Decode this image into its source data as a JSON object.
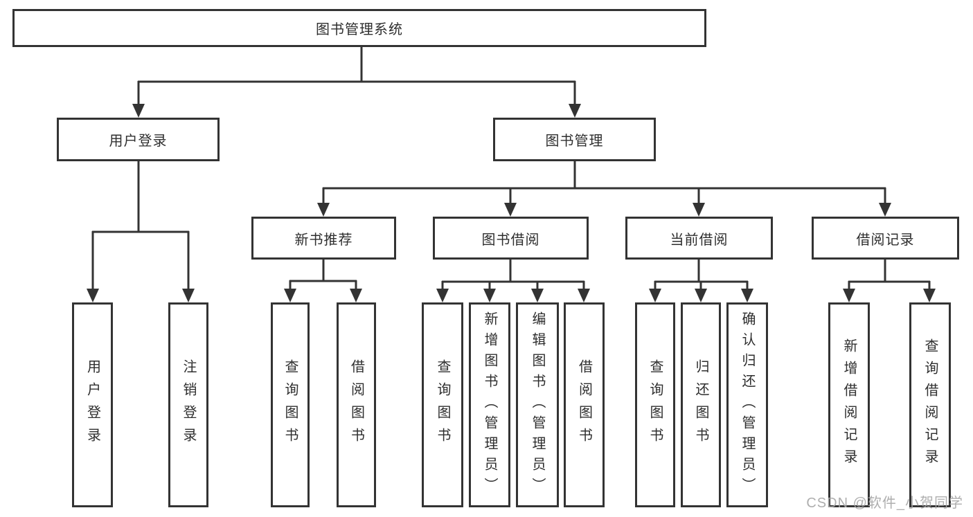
{
  "tree": {
    "root": "图书管理系统",
    "children": [
      {
        "label": "用户登录",
        "children": [
          "用户登录",
          "注销登录"
        ]
      },
      {
        "label": "图书管理",
        "children": [
          {
            "label": "新书推荐",
            "children": [
              "查询图书",
              "借阅图书"
            ]
          },
          {
            "label": "图书借阅",
            "children": [
              "查询图书",
              "新增图书（管理员）",
              "编辑图书（管理员）",
              "借阅图书"
            ]
          },
          {
            "label": "当前借阅",
            "children": [
              "查询图书",
              "归还图书",
              "确认归还（管理员）"
            ]
          },
          {
            "label": "借阅记录",
            "children": [
              "新增借阅记录",
              "查询借阅记录"
            ]
          }
        ]
      }
    ]
  },
  "watermark": "CSDN @软件_小贺同学",
  "colors": {
    "line": "#333333",
    "text": "#2e2e2e",
    "watermark": "#a6a6a6",
    "background": "#ffffff"
  }
}
